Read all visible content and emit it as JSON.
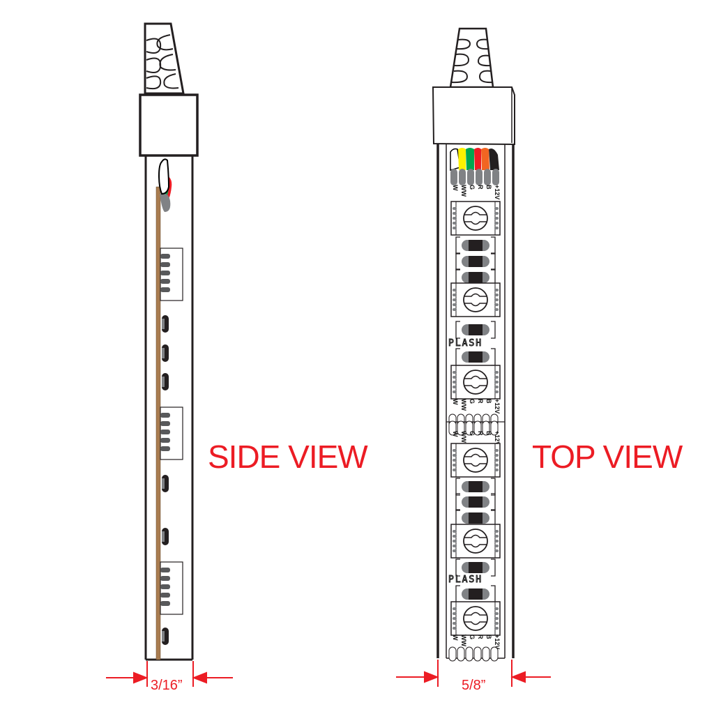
{
  "labels": {
    "side_view": "SIDE VIEW",
    "top_view": "TOP VIEW"
  },
  "dimensions": {
    "side_width": "3/16”",
    "top_width": "5/8”"
  },
  "strip": {
    "pin_labels": [
      "W",
      "WW",
      "G",
      "R",
      "B",
      "+12V"
    ],
    "wire_colors": [
      "#ffffff",
      "#fff200",
      "#00a650",
      "#ed1c24",
      "#f26522",
      "#231f20"
    ],
    "brand_text": "PLASH",
    "pcb_color": "#a97c50"
  },
  "colors": {
    "accent": "#ec1c24",
    "outline": "#231f20",
    "pad_gray": "#6d6e71"
  }
}
